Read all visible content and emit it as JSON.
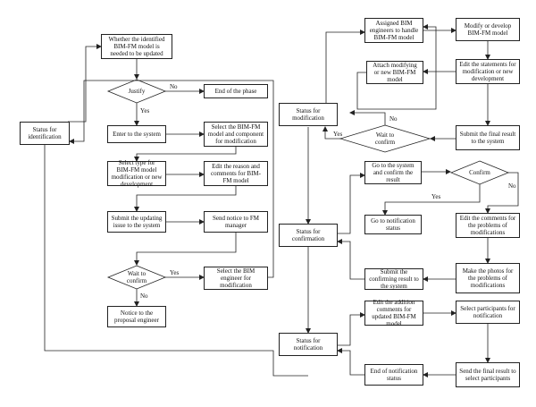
{
  "nodes": {
    "status_identification": "Status for identification",
    "whether_update": "Whether the identified BIM-FM model is needed to be updated",
    "justify": "Justify",
    "end_phase": "End of the phase",
    "enter_system": "Enter to the system",
    "select_model_component": "Select the BIM-FM model and component for modification",
    "select_type": "Select type for BIM-FM model modification or new development",
    "edit_reason": "Edit the reason and comments for BIM-FM model",
    "submit_updating": "Submit the updating issue to the system",
    "send_notice": "Send notice to FM manager",
    "wait_confirm_left": "Wait to confirm",
    "select_bim_engineer": "Select the BIM engineer for modification",
    "notice_proposal": "Notice to the proposal engineer",
    "status_modification": "Status for modification",
    "assigned_engineers": "Assigned BIM engineers to handle BIM-FM model",
    "modify_develop": "Modify or develop BIM-FM model",
    "edit_statements": "Edit the statements for modification or new development",
    "attach_model": "Attach modifying or new BIM-FM model",
    "wait_confirm_mid": "Wait to confirm",
    "submit_final": "Submit the final result to the system",
    "go_system": "Go to the system and confirm the result",
    "confirm": "Confirm",
    "go_notification": "Go to notification status",
    "edit_problems": "Edit the comments for the problems of modifications",
    "status_confirmation": "Status for confirmation",
    "make_photos": "Make the photos for the problems of modifications",
    "submit_confirming": "Submit the confirming result to the system",
    "edit_addition": "Edit the addition comments for updated BIM-FM model",
    "select_participants": "Select participants for notification",
    "status_notification": "Status for notification",
    "send_final_result": "Send the final result to select participants",
    "end_notification": "End of notification status"
  },
  "edge_labels": {
    "justify_no": "No",
    "justify_yes": "Yes",
    "wait_left_yes": "Yes",
    "wait_left_no": "No",
    "wait_mid_no": "No",
    "wait_mid_yes": "Yes",
    "confirm_yes": "Yes",
    "confirm_no": "No"
  }
}
